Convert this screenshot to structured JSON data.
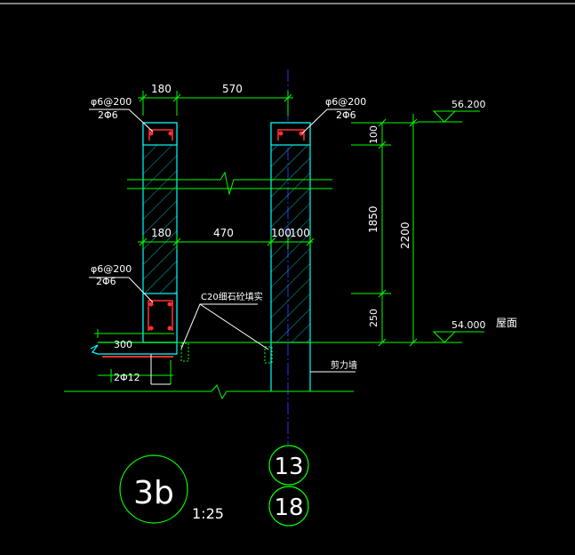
{
  "colors": {
    "background": "#000000",
    "dimension": "#00ff00",
    "wall": "#00ffff",
    "hatch": "#00b4b4",
    "label": "#ffffff",
    "rebar": "#ff3030",
    "axis": "#3030ff",
    "circle": "#00ff00",
    "leader": "#ffffff"
  },
  "dimensions": {
    "top_wall_width": "180",
    "top_gap": "570",
    "mid_wall_width": "180",
    "mid_gap": "470",
    "mid_right_a": "100",
    "mid_right_b": "100",
    "ledge_width": "300",
    "vert_top": "100",
    "vert_mid": "1850",
    "vert_bottom": "250",
    "vert_total": "2200"
  },
  "annotations": {
    "rebar_top_left": "φ6@200",
    "rebar_top_left_count": "2Φ6",
    "rebar_top_right": "φ6@200",
    "rebar_top_right_count": "2Φ6",
    "rebar_bottom_left": "φ6@200",
    "rebar_bottom_left_count": "2Φ6",
    "concrete_note": "C20细石砼填实",
    "bottom_bar": "2Φ12",
    "shear_wall": "剪力墙",
    "roof_label": "屋面"
  },
  "elevations": {
    "top": "56.200",
    "bottom": "54.000"
  },
  "detail": {
    "number": "3b",
    "scale": "1:25"
  },
  "axes": {
    "axis_a": "13",
    "axis_b": "18"
  }
}
